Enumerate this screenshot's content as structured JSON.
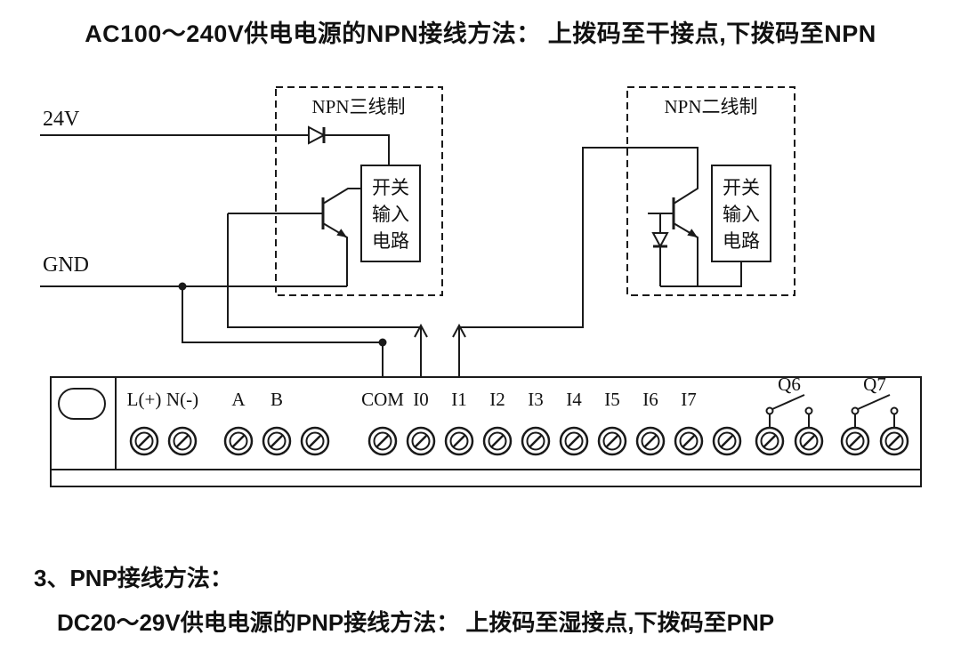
{
  "title": "AC100～240V供电电源的NPN接线方法： 上拨码至干接点,下拨码至NPN",
  "footer": {
    "heading": "3、PNP接线方法：",
    "line": "DC20～29V供电电源的PNP接线方法： 上拨码至湿接点,下拨码至PNP"
  },
  "labels": {
    "v24": "24V",
    "gnd": "GND",
    "npn_three_wire": "NPN三线制",
    "npn_two_wire": "NPN二线制"
  },
  "input_circuit": {
    "line1": "开关",
    "line2": "输入",
    "line3": "电路"
  },
  "terminals": {
    "labels": [
      "L(+)",
      "N(-)",
      "A",
      "B",
      "COM",
      "I0",
      "I1",
      "I2",
      "I3",
      "I4",
      "I5",
      "I6",
      "I7"
    ],
    "relay_q6": "Q6",
    "relay_q7": "Q7"
  },
  "colors": {
    "line": "#1a1a1a",
    "background": "#ffffff"
  }
}
